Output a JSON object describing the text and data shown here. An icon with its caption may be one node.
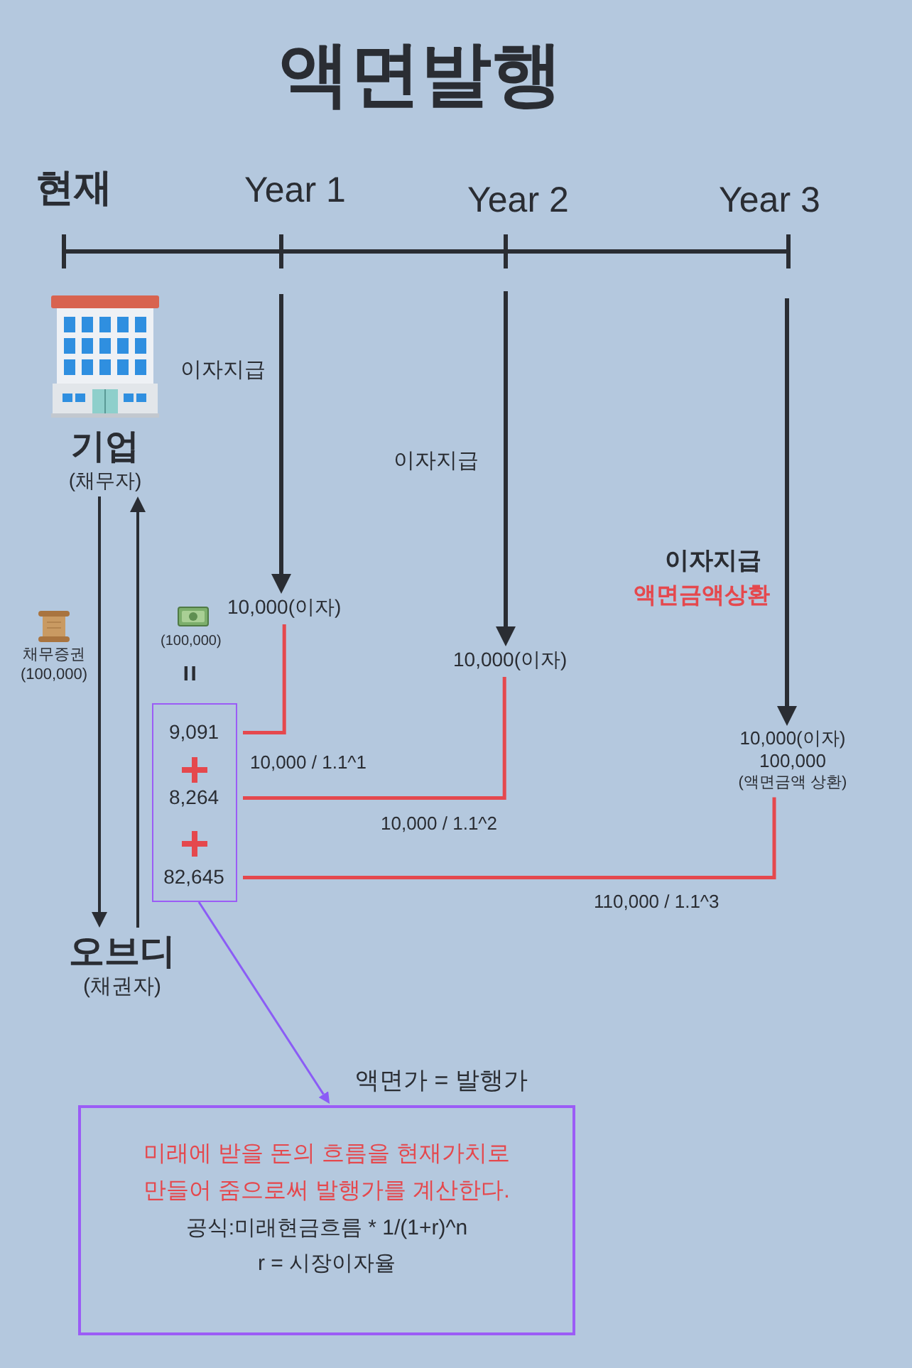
{
  "diagram": {
    "title": "액면발행",
    "nodes": [
      {
        "text": [
          "기업",
          "(채무자)"
        ]
      },
      {
        "text": [
          "10,000(이자)"
        ]
      },
      {
        "text": [
          "10,000(이자)"
        ]
      },
      {
        "text": [],
        "shape": "box"
      },
      {
        "text": [
          "9,091"
        ],
        "in": 3
      },
      {
        "text": [
          "8,264"
        ],
        "in": 3
      },
      {
        "text": [
          "82,645"
        ],
        "in": 3
      },
      {
        "text": [
          "10,000(이자)",
          "100,000",
          "(액면금액 상환)"
        ]
      },
      {
        "text": [
          "오브디",
          "(채권자)"
        ]
      },
      {
        "text": [
          "액면가 = 발행가",
          "미래에 받을 돈의 흐름을 현재가치로 만들어 줌으로써 발행가를 계산한다.",
          "공식:미래현금흐름 * 1/(1+r)^n",
          "r = 시장이자율"
        ]
      }
    ],
    "edges": [
      {
        "from": null,
        "to": 1,
        "arrow": "to",
        "label": "이자지급"
      },
      {
        "from": null,
        "to": 2,
        "arrow": "to",
        "label": "이자지급"
      },
      {
        "from": null,
        "to": 7,
        "arrow": "to",
        "label": "이자지급"
      },
      {
        "from": 0,
        "to": 8,
        "arrow": "to",
        "label": "채무증권 (100,000)"
      },
      {
        "from": 8,
        "to": 0,
        "arrow": "to",
        "label": "(100,000)"
      },
      {
        "from": 1,
        "to": 4,
        "arrow": "none",
        "label": "10,000 / 1.1^1",
        "color": "#e5484d"
      },
      {
        "from": 2,
        "to": 5,
        "arrow": "none",
        "label": "10,000 / 1.1^2",
        "color": "#e5484d"
      },
      {
        "from": 7,
        "to": 6,
        "arrow": "none",
        "label": "110,000 / 1.1^3",
        "color": "#e5484d"
      },
      {
        "from": 3,
        "to": 9,
        "arrow": "to",
        "color": "#8b5cf6"
      }
    ],
    "labels": [
      "현재",
      "Year 1",
      "Year 2",
      "Year 3",
      "액면금액상환",
      "="
    ]
  }
}
